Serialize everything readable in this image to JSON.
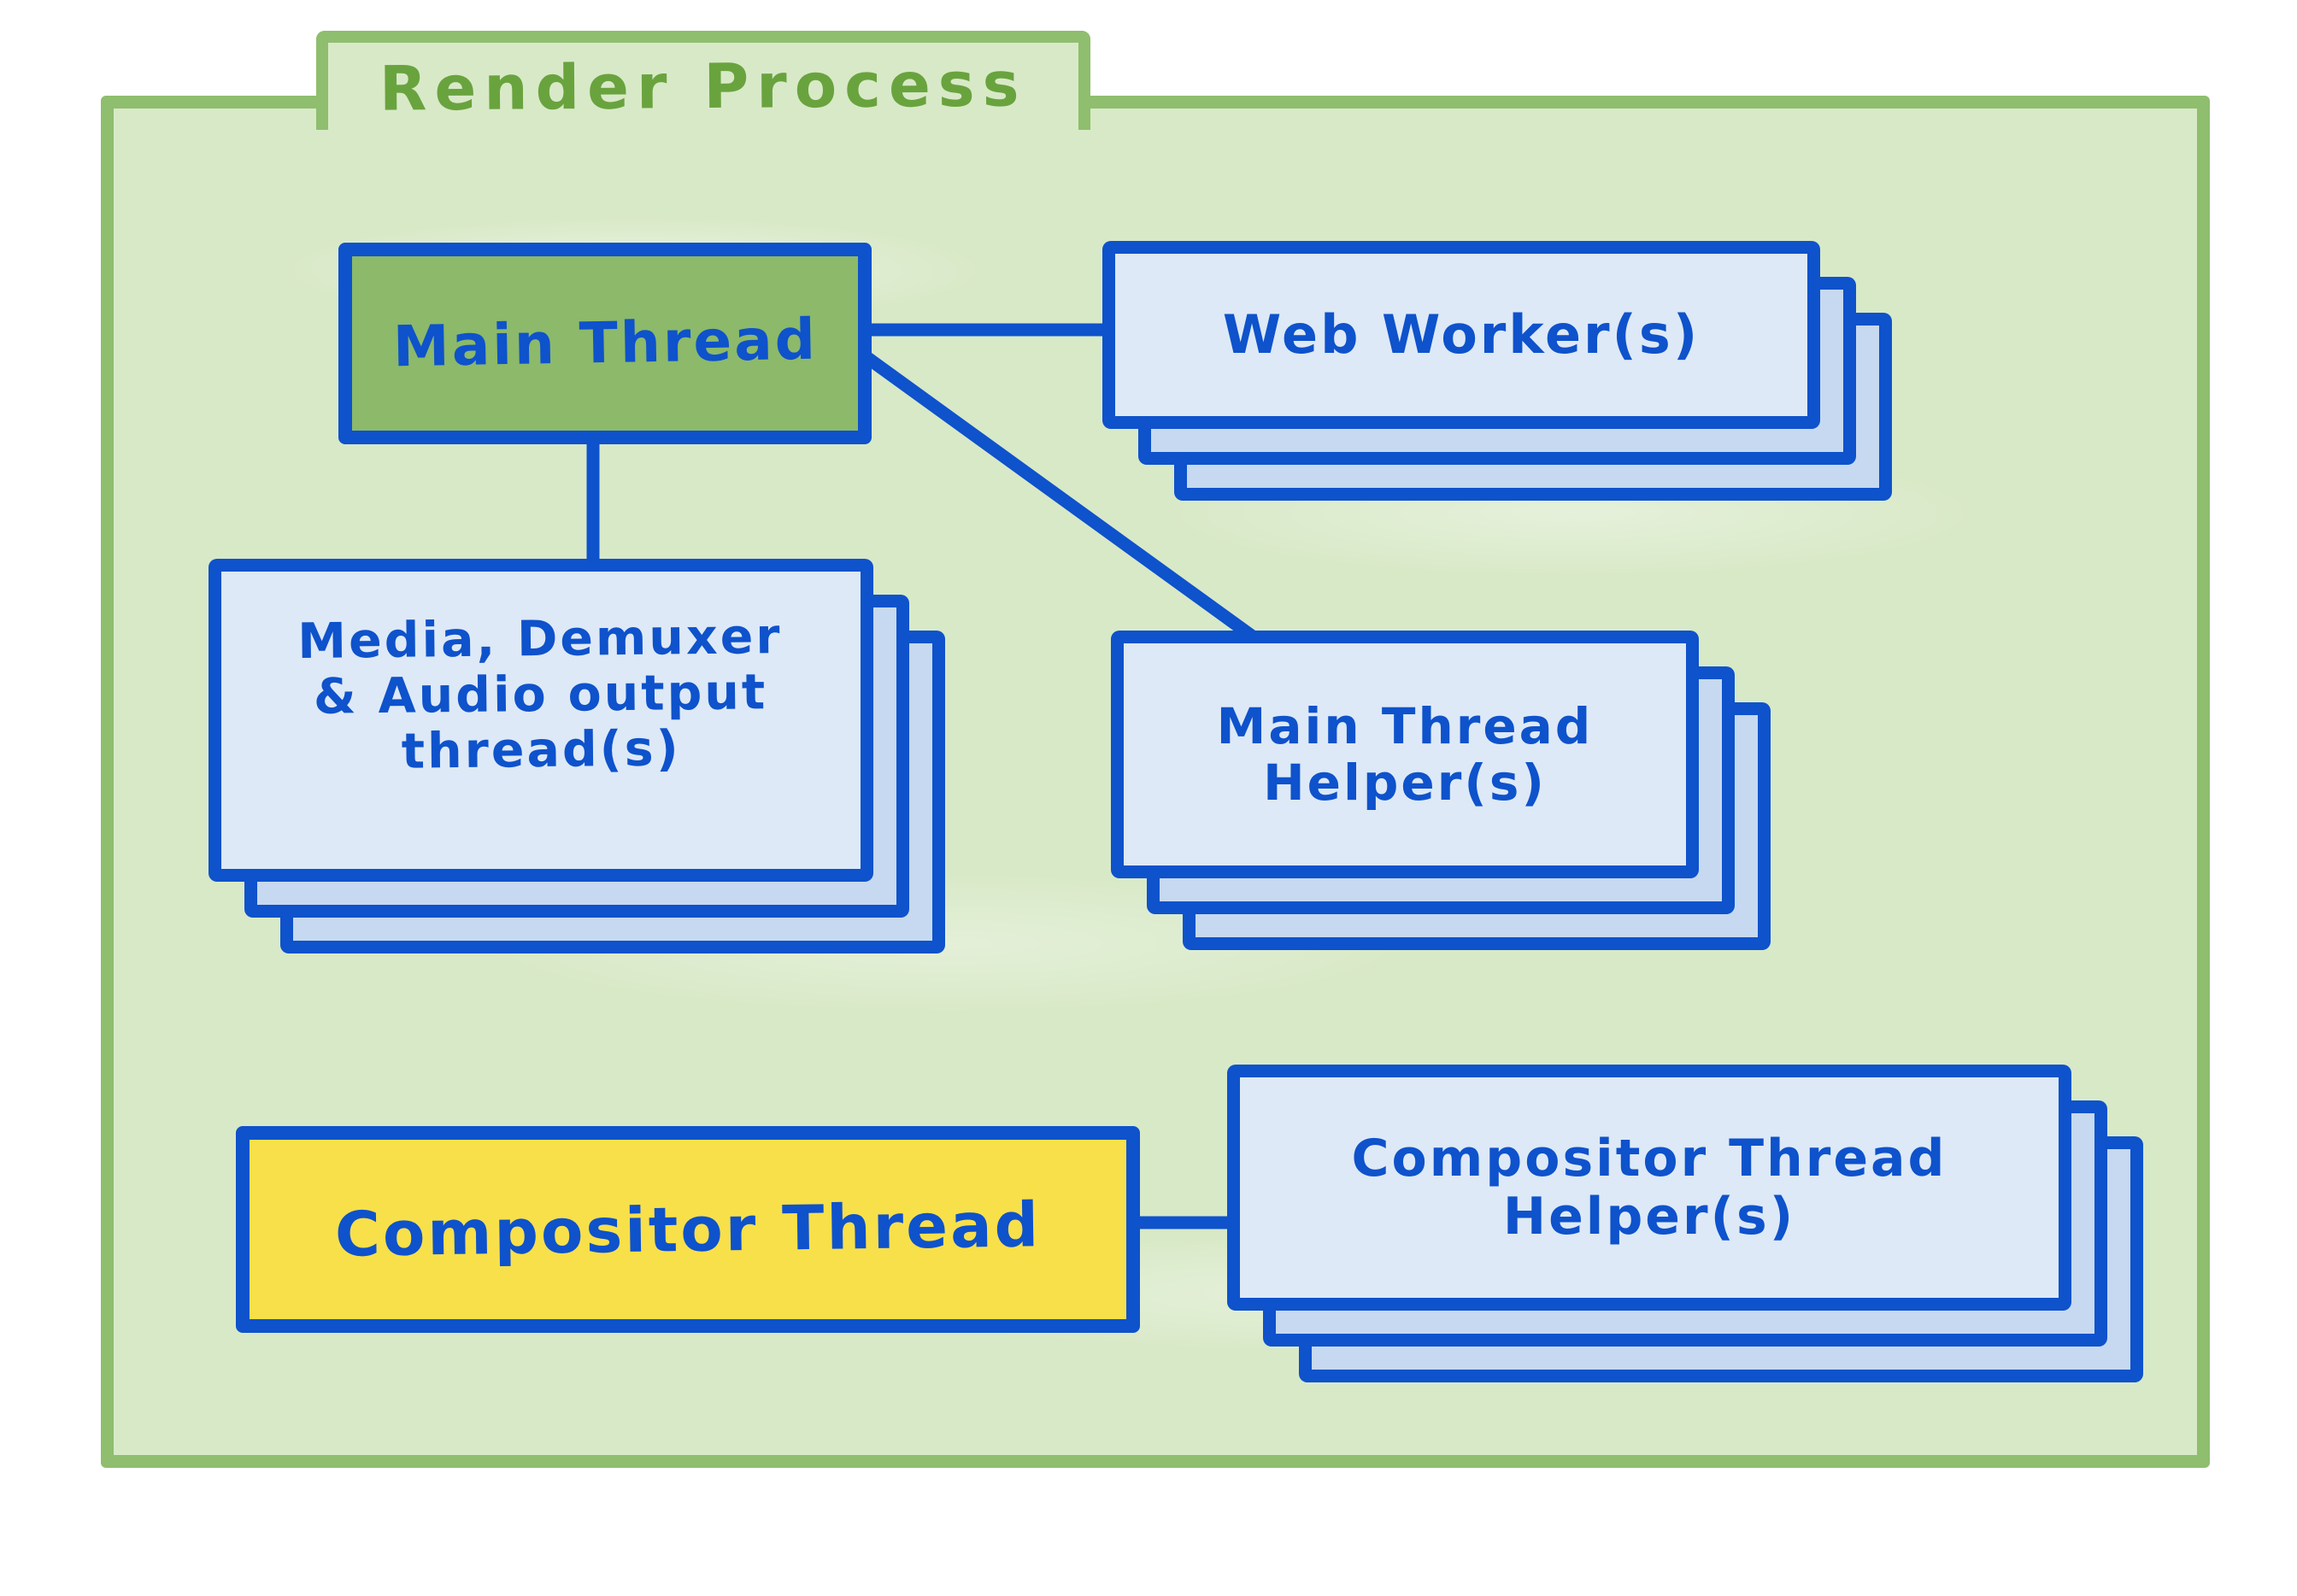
{
  "diagram": {
    "title": "Render Process",
    "nodes": [
      {
        "id": "main-thread",
        "lines": [
          "Main Thread"
        ],
        "style": "green-solid"
      },
      {
        "id": "web-workers",
        "lines": [
          "Web Worker(s)"
        ],
        "style": "stacked-cards"
      },
      {
        "id": "media-demuxer-audio",
        "lines": [
          "Media, Demuxer",
          "& Audio output",
          "thread(s)"
        ],
        "style": "stacked-cards"
      },
      {
        "id": "main-thread-helpers",
        "lines": [
          "Main Thread",
          "Helper(s)"
        ],
        "style": "stacked-cards"
      },
      {
        "id": "compositor-thread",
        "lines": [
          "Compositor Thread"
        ],
        "style": "yellow-solid"
      },
      {
        "id": "compositor-thread-helpers",
        "lines": [
          "Compositor Thread",
          "Helper(s)"
        ],
        "style": "stacked-cards"
      }
    ],
    "edges": [
      {
        "from": "main-thread",
        "to": "web-workers"
      },
      {
        "from": "main-thread",
        "to": "media-demuxer-audio"
      },
      {
        "from": "main-thread",
        "to": "main-thread-helpers"
      },
      {
        "from": "compositor-thread",
        "to": "compositor-thread-helpers"
      }
    ],
    "colors": {
      "container_border": "#8fbe6e",
      "container_fill": "#d8e9c7",
      "title_text": "#69a33e",
      "ink_blue": "#0e52cc",
      "main_thread_fill": "#8cb96a",
      "compositor_fill": "#f8e04b",
      "card_front_fill": "#dde9f6",
      "card_back_fill": "#c6d9f0"
    }
  }
}
